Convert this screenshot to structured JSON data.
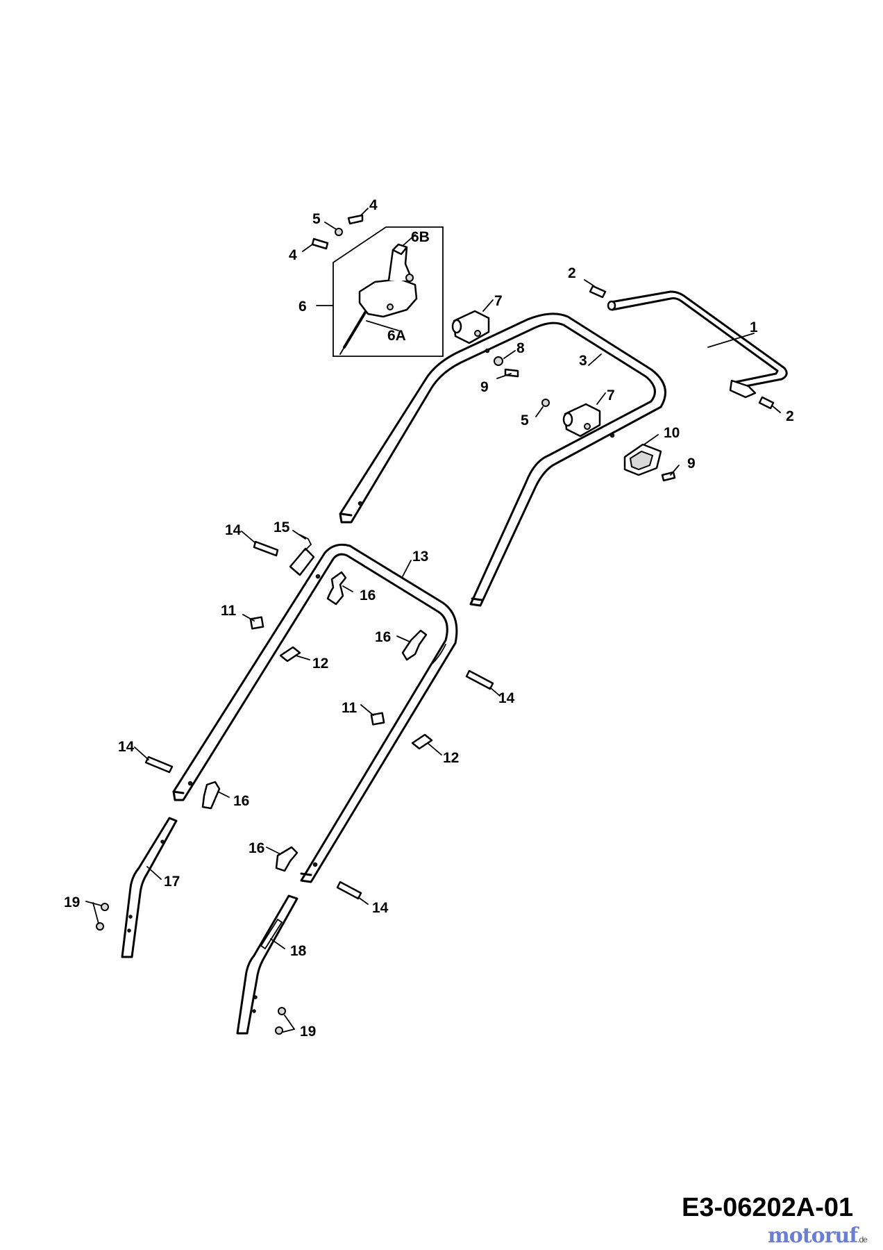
{
  "diagram": {
    "code": "E3-06202A-01",
    "watermark": {
      "name": "motoruf",
      "tld": ".de"
    },
    "callouts": [
      "1",
      "2",
      "2",
      "3",
      "4",
      "4",
      "5",
      "5",
      "6",
      "6A",
      "6B",
      "7",
      "7",
      "8",
      "9",
      "9",
      "10",
      "11",
      "11",
      "12",
      "12",
      "13",
      "14",
      "14",
      "14",
      "14",
      "15",
      "16",
      "16",
      "16",
      "16",
      "17",
      "18",
      "19",
      "19"
    ]
  }
}
